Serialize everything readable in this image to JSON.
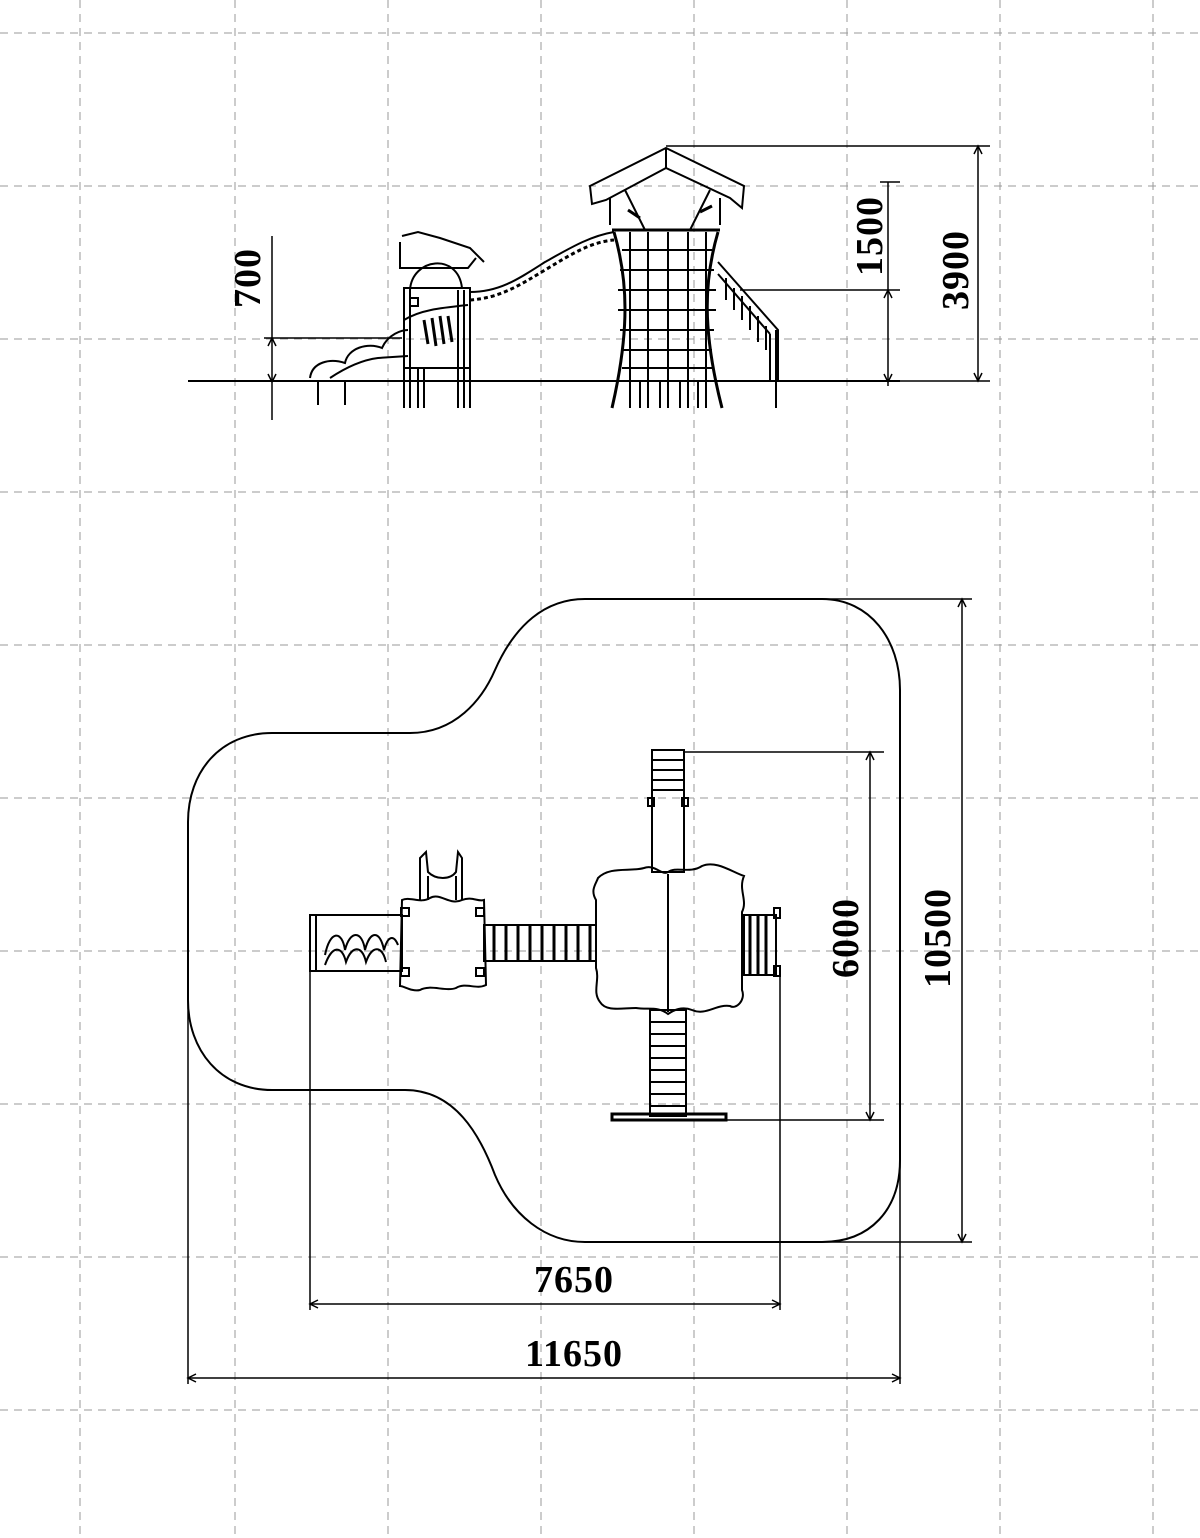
{
  "dimensions": {
    "elevation_small_height": "700",
    "elevation_upper_height": "1500",
    "elevation_total_height": "3900",
    "plan_depth_inner": "6000",
    "plan_depth_total": "10500",
    "plan_width_inner": "7650",
    "plan_width_total": "11650"
  },
  "colors": {
    "line": "#000000",
    "grid": "#9a9a9a",
    "background": "#ffffff"
  }
}
